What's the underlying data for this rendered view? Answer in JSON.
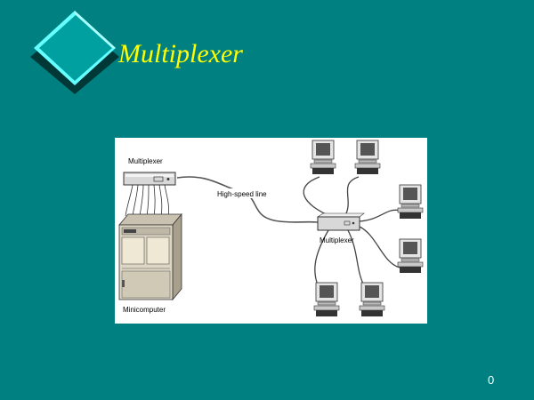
{
  "slide": {
    "title": "Multiplexer",
    "page_number": "0"
  },
  "figure": {
    "labels": {
      "left_multiplexer": "Multiplexer",
      "high_speed_line": "High-speed line",
      "right_multiplexer": "Multiplexer",
      "minicomputer": "Minicomputer"
    }
  },
  "colors": {
    "background": "#008080",
    "title": "#ffff00",
    "diamond_face": "#00a0a0",
    "diamond_highlight": "#66ffff",
    "diamond_shadow": "#003838"
  },
  "icons": [
    "diamond-bullet-icon",
    "multiplexer-icon",
    "minicomputer-icon",
    "terminal-icon"
  ]
}
